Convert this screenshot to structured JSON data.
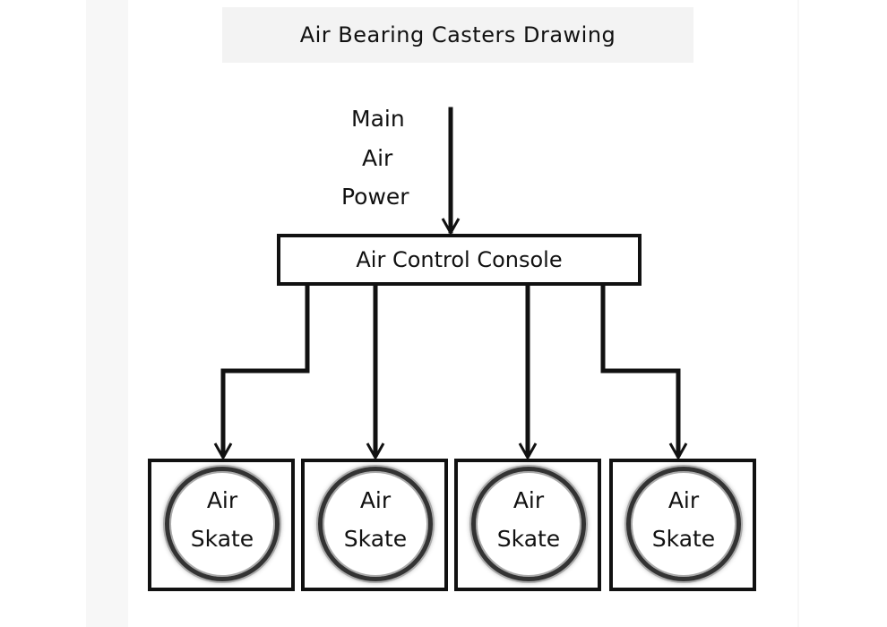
{
  "diagram": {
    "title": "Air Bearing Casters Drawing",
    "inlet": {
      "line1": "Main",
      "line2": "Air",
      "line3": "Power"
    },
    "console": {
      "label": "Air Control Console"
    },
    "skates": [
      {
        "line1": "Air",
        "line2": "Skate"
      },
      {
        "line1": "Air",
        "line2": "Skate"
      },
      {
        "line1": "Air",
        "line2": "Skate"
      },
      {
        "line1": "Air",
        "line2": "Skate"
      }
    ]
  },
  "colors": {
    "line": "#111111",
    "background": "#ffffff",
    "band": "#f3f3f3"
  }
}
